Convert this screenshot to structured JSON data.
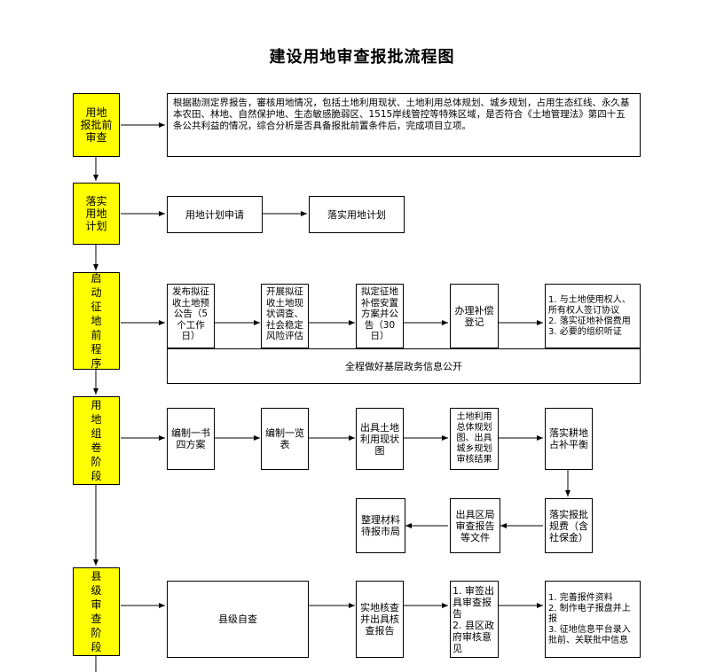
{
  "title": "建设用地审查报批流程图",
  "stages": {
    "s1": "用地\n报批前\n审查",
    "s2": "落实\n用地\n计划",
    "s3": "启\n动\n征\n地\n前\n程\n序",
    "s4": "用\n地\n组\n卷\n阶\n段",
    "s5": "县\n级\n审\n查\n阶\n段"
  },
  "boxes": {
    "pre_review": "根据勘测定界报告，審核用地情况，包括土地利用现状、土地利用总体规划、城乡规划，占用生态红线、永久基本农田、林地、自然保护地、生态敏感脆弱区、1515岸线管控等特殊区域，是否符合《土地管理法》第四十五条公共利益的情况，综合分析是否具备报批前置条件后，完成项目立项。",
    "plan_apply": "用地计划申请",
    "plan_implement": "落实用地计划",
    "announce": "发布拟征收土地预公告（5个工作日）",
    "survey": "开展拟征收土地现状调查、社会稳定风险评估",
    "compensation_plan": "拟定征地补偿安置方案并公告（30日）",
    "register": "办理补偿登记",
    "agreements": "1. 与土地使用权人、所有权人签订协议\n2. 落实征地补偿费用\n3. 必要的组织听证",
    "disclosure": "全程做好基层政务信息公开",
    "one_book": "编制一书四方案",
    "one_table": "编制一览表",
    "status_map": "出具土地利用现状图",
    "plan_map": "土地利用总体规划图、出具城乡规划审核结果",
    "farmland": "落实耕地占补平衡",
    "fees": "落实报批规费（含社保金）",
    "bureau_report": "出具区局审查报告等文件",
    "organize": "整理材料待报市局",
    "county_self": "县级自查",
    "field_check": "实地核查并出具核查报告",
    "review_opinion": "1. 审签出具审查报告\n2. 县区政府审核意见",
    "submit": "1. 完善报件资料\n2. 制作电子报盘并上报\n3. 征地信息平台录入批前、关联批中信息"
  }
}
